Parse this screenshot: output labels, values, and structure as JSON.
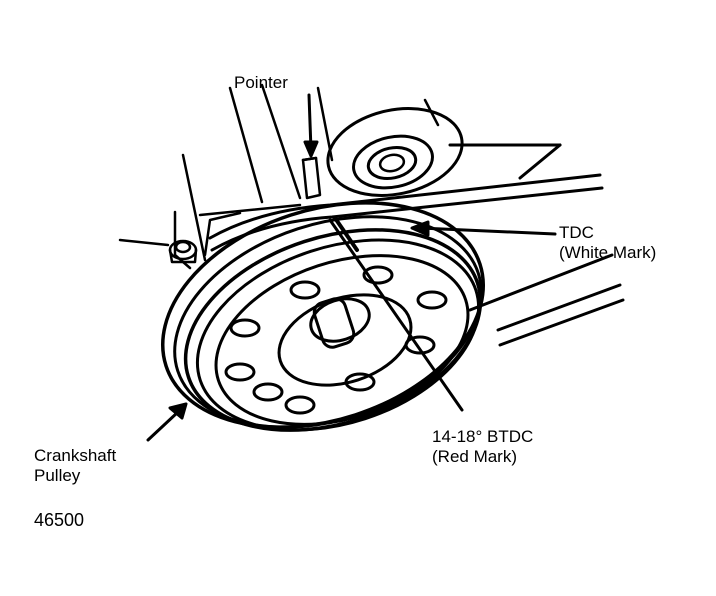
{
  "labels": {
    "pointer": "Pointer",
    "tdc_line1": "TDC",
    "tdc_line2": "(White Mark)",
    "btdc_line1": "14-18° BTDC",
    "btdc_line2": "(Red Mark)",
    "crankshaft_line1": "Crankshaft",
    "crankshaft_line2": "Pulley",
    "figure_number": "46500"
  },
  "colors": {
    "ink": "#000000",
    "paper": "#ffffff"
  }
}
